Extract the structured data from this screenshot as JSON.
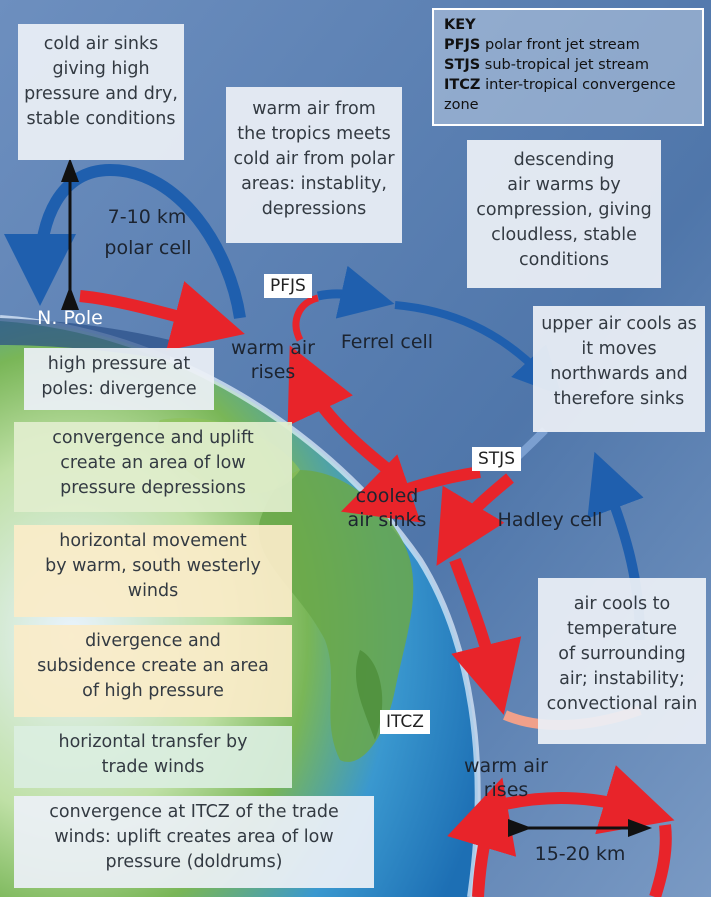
{
  "key": {
    "title": "KEY",
    "items": [
      {
        "abbr": "PFJS",
        "text": "polar front jet stream"
      },
      {
        "abbr": "STJS",
        "text": "sub-tropical jet stream"
      },
      {
        "abbr": "ITCZ",
        "text": "inter-tropical convergence\n      zone"
      }
    ]
  },
  "boxes": {
    "cold_air": "cold air sinks\ngiving high\npressure and dry,\nstable conditions",
    "warm_air_tropics": "warm air from\nthe tropics meets\ncold air from polar\nareas: instablity,\ndepressions",
    "descending": "descending\nair warms by\ncompression, giving\ncloudless, stable\nconditions",
    "upper_air": "upper air cools as\nit moves\nnorthwards and\ntherefore sinks",
    "air_cools": "air cools to\ntemperature\nof surrounding\nair; instability;\nconvectional rain",
    "high_pressure_poles": "high pressure at\npoles: divergence",
    "convergence_uplift": "convergence and uplift\ncreate an area of low\npressure depressions",
    "horizontal_movement": "horizontal movement\nby warm, south westerly\nwinds",
    "divergence_subsidence": "divergence and\nsubsidence create an area\nof high pressure",
    "horizontal_transfer": "horizontal transfer by\ntrade winds",
    "convergence_itcz": "convergence at ITCZ of the trade\nwinds: uplift creates area of low\npressure (doldrums)"
  },
  "labels": {
    "height_polar": "7-10 km",
    "polar_cell": "polar cell",
    "n_pole": "N. Pole",
    "warm_air_rises_top": "warm air\nrises",
    "ferrel_cell": "Ferrel cell",
    "cooled_air_sinks": "cooled\nair sinks",
    "hadley_cell": "Hadley cell",
    "warm_air_rises_bottom": "warm air\nrises",
    "height_tropical": "15-20 km"
  },
  "tags": {
    "pfjs": "PFJS",
    "stjs": "STJS",
    "itcz": "ITCZ"
  },
  "colors": {
    "sky": "#5a7fb0",
    "ocean": "#1f7fc4",
    "land": "#8fc25a",
    "red_arrow": "#e8242a",
    "blue_arrow": "#1f5fae"
  }
}
